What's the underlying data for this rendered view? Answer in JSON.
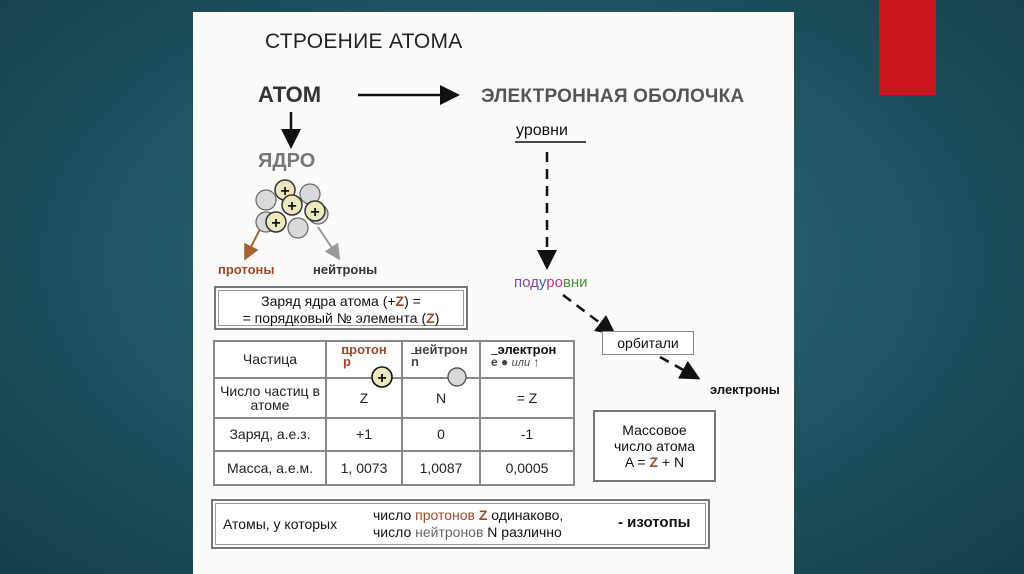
{
  "slide": {
    "title": "СТРОЕНИЕ АТОМА",
    "atom": "АТОМ",
    "electron_shell": "ЭЛЕКТРОННАЯ ОБОЛОЧКА",
    "levels": "уровни",
    "nucleus": "ЯДРО",
    "protons": "протоны",
    "neutrons": "нейтроны",
    "sublevels": [
      "под",
      "у",
      "ро",
      "вни"
    ],
    "orbitals": "орбитали",
    "electrons": "электроны",
    "charge_box": {
      "line1_a": "Заряд ядра атома (+",
      "line1_z": "Z",
      "line1_b": ") =",
      "line2_a": "= порядковый № элемента (",
      "line2_z": "Z",
      "line2_b": ")"
    },
    "table": {
      "header": {
        "col0": "Частица",
        "col1_name": "протон",
        "col1_sym": "p",
        "col2_name": "нейтрон",
        "col2_sym": "n",
        "col3_name": "электрон",
        "col3_sym": "e",
        "col3_note": "или"
      },
      "rows": [
        {
          "label": "Число частиц в атоме",
          "values": [
            "Z",
            "N",
            "= Z"
          ]
        },
        {
          "label": "Заряд, а.е.з.",
          "values": [
            "+1",
            "0",
            "-1"
          ]
        },
        {
          "label": "Масса, а.е.м.",
          "values": [
            "1, 0073",
            "1,0087",
            "0,0005"
          ]
        }
      ]
    },
    "mass_box": {
      "line1": "Массовое",
      "line2": "число атома",
      "formula_a": "A = ",
      "formula_z": "Z",
      "formula_b": " + N"
    },
    "isotopes": {
      "lead": "Атомы, у которых",
      "line1_a": "число ",
      "line1_b": "протонов",
      "line1_c": " ",
      "line1_z": "Z",
      "line1_d": " одинаково,",
      "line2_a": "число ",
      "line2_b": "нейтронов",
      "line2_c": " N различно",
      "result": "- изотопы"
    },
    "colors": {
      "background": "#1f5461",
      "accent": "#c8161c",
      "z_color": "#9a4a2a",
      "proton_fill": "#ece8c0"
    }
  }
}
